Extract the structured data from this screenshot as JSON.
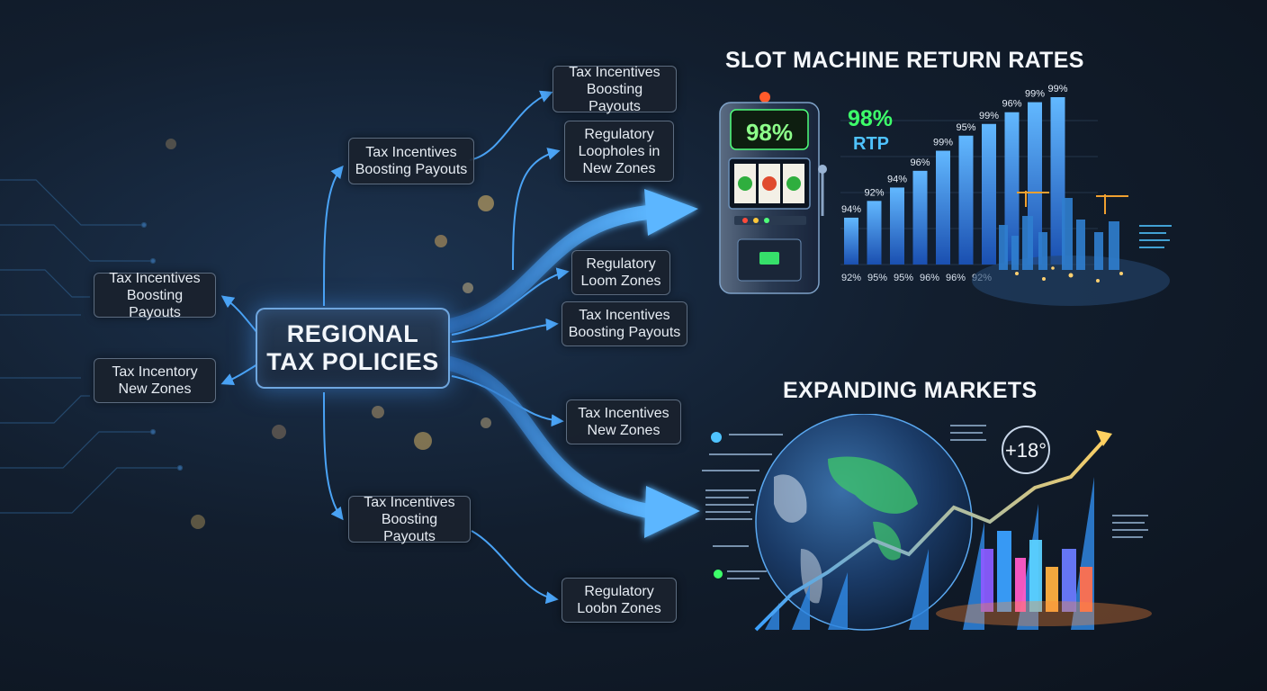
{
  "center": {
    "line1": "REGIONAL",
    "line2": "TAX POLICIES"
  },
  "nodes": {
    "left_top": {
      "line1": "Tax Incentives",
      "line2": "Boosting Payouts"
    },
    "left_bottom": {
      "line1": "Tax Incentory",
      "line2": "New Zones"
    },
    "upper_mid": {
      "line1": "Tax Incentives",
      "line2": "Boosting Payouts"
    },
    "lower_mid": {
      "line1": "Tax Incentives",
      "line2": "Boosting Payouts"
    },
    "right_1": {
      "line1": "Tax Incentives",
      "line2": "Boosting Payouts"
    },
    "right_2": {
      "line1": "Regulatory",
      "line2": "Loopholes in",
      "line3": "New Zones"
    },
    "right_3": {
      "line1": "Regulatory",
      "line2": "Loom Zones"
    },
    "right_4": {
      "line1": "Tax Incentives",
      "line2": "Boosting Payouts"
    },
    "right_5": {
      "line1": "Tax Incentives",
      "line2": "New Zones"
    },
    "right_6": {
      "line1": "Regulatory",
      "line2": "Loobn Zones"
    }
  },
  "slot": {
    "title": "SLOT MACHINE RETURN RATES",
    "screen_value": "98%",
    "rtp_value": "98%",
    "rtp_label": "RTP"
  },
  "markets": {
    "title": "EXPANDING MARKETS",
    "badge": "+18°"
  },
  "chart_data": {
    "type": "bar",
    "categories": [
      "92%",
      "95%",
      "95%",
      "96%",
      "96%",
      "92%"
    ],
    "bar_labels": [
      "94%",
      "92%",
      "94%",
      "96%",
      "99%",
      "95%",
      "99%",
      "96%",
      "99%",
      "99%"
    ],
    "values": [
      94,
      92,
      94,
      96,
      99,
      95,
      99,
      96,
      99,
      99
    ],
    "heights": [
      0.28,
      0.38,
      0.46,
      0.56,
      0.68,
      0.77,
      0.84,
      0.91,
      0.97,
      1.0
    ],
    "title": "SLOT MACHINE RETURN RATES",
    "xlabel": "",
    "ylabel": ""
  },
  "colors": {
    "arrow": "#4aa3f5",
    "bar_top": "#5fb4ff",
    "bar_bottom": "#1a4fb0",
    "rtp_green": "#3dff6a",
    "rtp_blue": "#4fc3ff"
  }
}
